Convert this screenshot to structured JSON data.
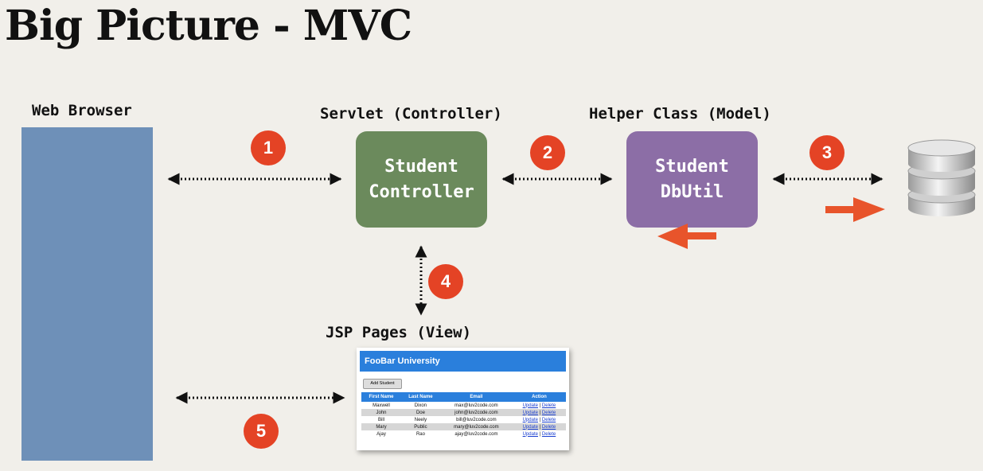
{
  "title": "Big Picture - MVC",
  "labels": {
    "web_browser": "Web Browser",
    "servlet": "Servlet (Controller)",
    "helper": "Helper Class (Model)",
    "jsp": "JSP Pages (View)"
  },
  "controller_box": {
    "line1": "Student",
    "line2": "Controller"
  },
  "model_box": {
    "line1": "Student",
    "line2": "DbUtil"
  },
  "steps": [
    "1",
    "2",
    "3",
    "4",
    "5"
  ],
  "colors": {
    "background": "#f1efea",
    "browser": "#6e90b8",
    "controller": "#6b8a5c",
    "model": "#8c6ea6",
    "badge": "#e44325",
    "direction_arrow": "#e8542b",
    "jsp_header": "#2a7fdc"
  },
  "icons": {
    "database": "database-icon"
  },
  "jsp_page": {
    "header": "FooBar University",
    "add_button": "Add Student",
    "columns": [
      "First Name",
      "Last Name",
      "Email",
      "Action"
    ],
    "rows": [
      {
        "first": "Maxwell",
        "last": "Dixon",
        "email": "max@luv2code.com",
        "update": "Update",
        "sep": "|",
        "delete": "Delete"
      },
      {
        "first": "John",
        "last": "Doe",
        "email": "john@luv2code.com",
        "update": "Update",
        "sep": "|",
        "delete": "Delete"
      },
      {
        "first": "Bill",
        "last": "Neely",
        "email": "bill@luv2code.com",
        "update": "Update",
        "sep": "|",
        "delete": "Delete"
      },
      {
        "first": "Mary",
        "last": "Public",
        "email": "mary@luv2code.com",
        "update": "Update",
        "sep": "|",
        "delete": "Delete"
      },
      {
        "first": "Ajay",
        "last": "Rao",
        "email": "ajay@luv2code.com",
        "update": "Update",
        "sep": "|",
        "delete": "Delete"
      }
    ]
  }
}
